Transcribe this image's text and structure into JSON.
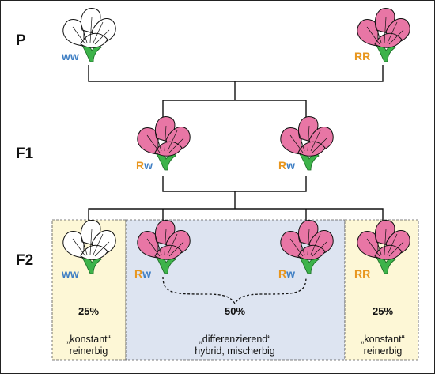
{
  "colors": {
    "allele_R": "#e8961e",
    "allele_w": "#3f7fc4",
    "flower_red": "#e876a5",
    "flower_white": "#ffffff",
    "stem": "#3db34a",
    "box_yellow": "#fdf7d6",
    "box_blue": "#dde4f1",
    "frame": "#222222"
  },
  "generations": {
    "p": "P",
    "f1": "F1",
    "f2": "F2"
  },
  "parents": [
    {
      "genotype": [
        "w",
        "w"
      ],
      "flower": "white-flower-icon"
    },
    {
      "genotype": [
        "R",
        "R"
      ],
      "flower": "pink-flower-icon"
    }
  ],
  "f1": [
    {
      "genotype": [
        "R",
        "w"
      ],
      "flower": "pink-flower-icon"
    },
    {
      "genotype": [
        "R",
        "w"
      ],
      "flower": "pink-flower-icon"
    }
  ],
  "f2": [
    {
      "genotype": [
        "w",
        "w"
      ],
      "flower": "white-flower-icon"
    },
    {
      "genotype": [
        "R",
        "w"
      ],
      "flower": "pink-flower-icon"
    },
    {
      "genotype": [
        "R",
        "w"
      ],
      "flower": "pink-flower-icon"
    },
    {
      "genotype": [
        "R",
        "R"
      ],
      "flower": "pink-flower-icon"
    }
  ],
  "groups": {
    "left": {
      "percent": "25%",
      "line1": "„konstant“",
      "line2": "reinerbig"
    },
    "middle": {
      "percent": "50%",
      "line1": "„differenzierend“",
      "line2": "hybrid, mischerbig"
    },
    "right": {
      "percent": "25%",
      "line1": "„konstant“",
      "line2": "reinerbig"
    }
  }
}
